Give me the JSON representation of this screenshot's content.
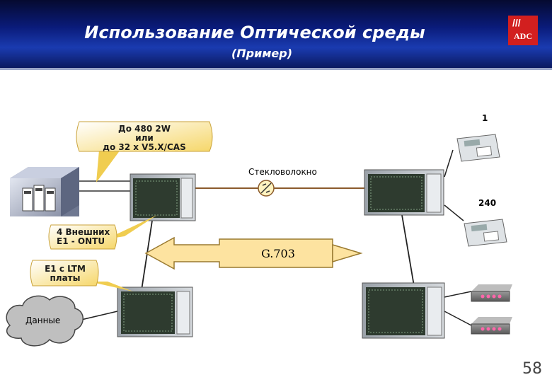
{
  "header": {
    "title": "Использование Оптической среды",
    "subtitle": "(Пример)",
    "logo_text": "ADC",
    "logo_slashes": "///"
  },
  "callouts": {
    "capacity_line1": "До 480 2W",
    "capacity_line2": "или",
    "capacity_line3": "до 32 x V5.X/CAS",
    "external_e1_line1": "4 Внешних",
    "external_e1_line2": "E1 - ONTU",
    "ltm_line1": "E1 с LTM",
    "ltm_line2": "платы"
  },
  "labels": {
    "fiber": "Стекловолокно",
    "interface": "G.703",
    "data_cloud": "Данные",
    "phone_first": "1",
    "phone_last": "240"
  },
  "footer": {
    "page_number": "58"
  },
  "colors": {
    "header_dark": "#0a1b7a",
    "bubble_fill": "#fff2b0",
    "arrow_fill": "#fde3a0",
    "fiber_line": "#8b5a2b",
    "logo_red": "#d21f1f"
  }
}
